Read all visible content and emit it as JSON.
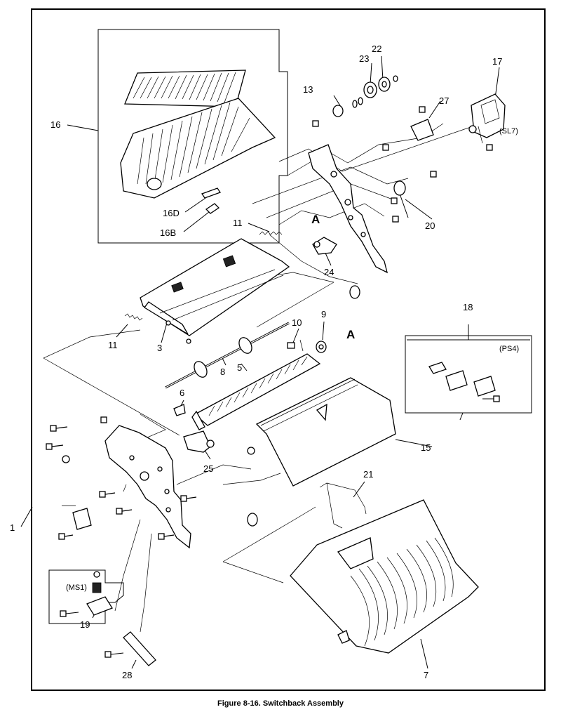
{
  "caption": "Figure 8-16.  Switchback Assembly",
  "callouts": {
    "c1": "1",
    "c3": "3",
    "c5": "5",
    "c6": "6",
    "c7": "7",
    "c8": "8",
    "c9": "9",
    "c10": "10",
    "c11a": "11",
    "c11b": "11",
    "c13": "13",
    "c15": "15",
    "c16": "16",
    "c16b": "16B",
    "c16d": "16D",
    "c17": "17",
    "c18": "18",
    "c19": "19",
    "c20": "20",
    "c21": "21",
    "c22": "22",
    "c23": "23",
    "c24": "24",
    "c25": "25",
    "c27": "27",
    "c28": "28",
    "sl7": "(SL7)",
    "ps4": "(PS4)",
    "ms1": "(MS1)",
    "refA1": "A",
    "refA2": "A"
  }
}
